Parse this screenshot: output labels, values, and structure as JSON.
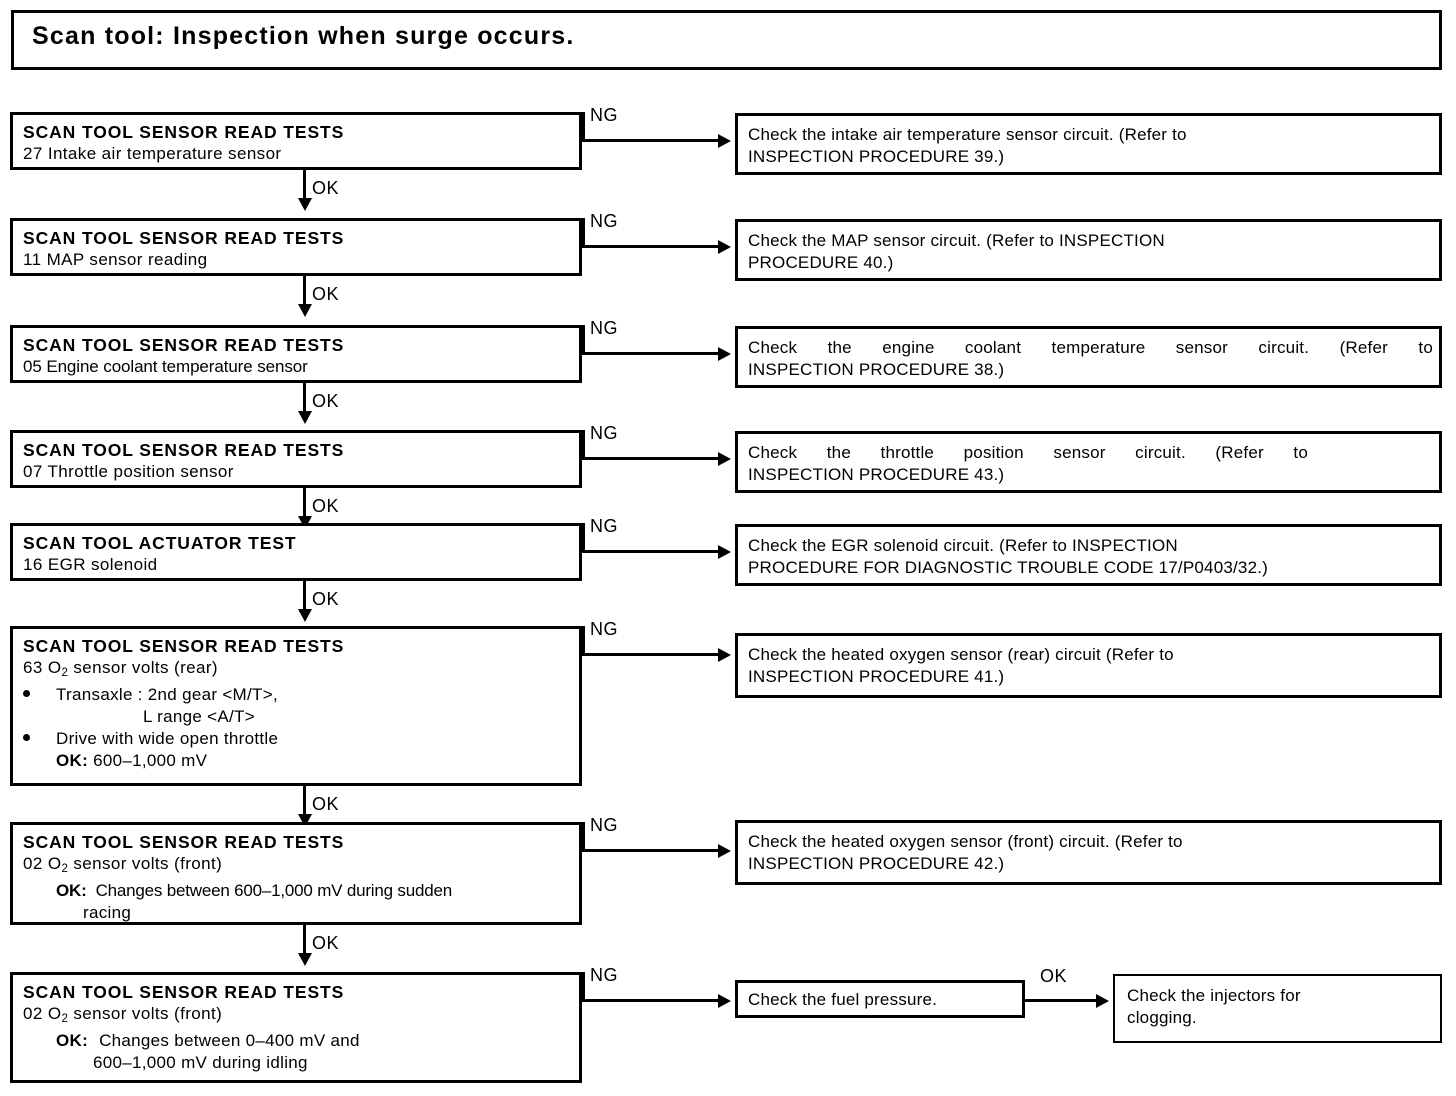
{
  "title": {
    "text": "Scan tool: Inspection when surge occurs."
  },
  "labels": {
    "ng": "NG",
    "ok": "OK"
  },
  "steps": [
    {
      "id": "step-1",
      "heading": "SCAN TOOL SENSOR READ TESTS",
      "sub": "27 Intake air temperature sensor",
      "branch_label": "NG",
      "next_label": "OK",
      "result_lines": [
        "Check the intake air temperature sensor circuit. (Refer to",
        "INSPECTION PROCEDURE 39.)"
      ]
    },
    {
      "id": "step-2",
      "heading": "SCAN TOOL SENSOR READ TESTS",
      "sub": "11 MAP sensor reading",
      "branch_label": "NG",
      "next_label": "OK",
      "result_lines": [
        "Check the MAP sensor circuit. (Refer to INSPECTION",
        "PROCEDURE 40.)"
      ]
    },
    {
      "id": "step-3",
      "heading": "SCAN TOOL SENSOR READ TESTS",
      "sub": "05 Engine coolant temperature sensor",
      "branch_label": "NG",
      "next_label": "OK",
      "result_lines": [
        "Check the engine coolant temperature sensor circuit. (Refer to",
        "INSPECTION PROCEDURE 38.)"
      ]
    },
    {
      "id": "step-4",
      "heading": "SCAN TOOL SENSOR READ TESTS",
      "sub": "07 Throttle position sensor",
      "branch_label": "NG",
      "next_label": "OK",
      "result_lines": [
        "Check the throttle position sensor circuit. (Refer to",
        "INSPECTION PROCEDURE 43.)"
      ]
    },
    {
      "id": "step-5",
      "heading": "SCAN TOOL ACTUATOR TEST",
      "sub": "16 EGR solenoid",
      "branch_label": "NG",
      "next_label": "OK",
      "result_lines": [
        "Check the EGR solenoid circuit. (Refer to  INSPECTION",
        "PROCEDURE FOR DIAGNOSTIC TROUBLE CODE 17/P0403/32.)"
      ]
    },
    {
      "id": "step-6",
      "heading": "SCAN TOOL SENSOR READ TESTS",
      "sub_prefix": "63 O",
      "sub_subscript": "2",
      "sub_suffix": " sensor volts (rear)",
      "bullets": [
        "Transaxle : 2nd gear <M/T>,",
        "L range <A/T>",
        "Drive with wide open throttle"
      ],
      "ok_prefix": "OK:",
      "ok_value": " 600–1,000 mV",
      "branch_label": "NG",
      "next_label": "OK",
      "result_lines": [
        "Check the heated oxygen sensor (rear) circuit (Refer to",
        "INSPECTION PROCEDURE 41.)"
      ]
    },
    {
      "id": "step-7",
      "heading": "SCAN TOOL SENSOR READ TESTS",
      "sub_prefix": "02 O",
      "sub_subscript": "2",
      "sub_suffix": " sensor volts (front)",
      "ok_prefix": "OK:",
      "ok_line1": "Changes between 600–1,000 mV during sudden",
      "ok_line2": "racing",
      "branch_label": "NG",
      "next_label": "OK",
      "result_lines": [
        "Check the heated oxygen sensor (front) circuit. (Refer to",
        "INSPECTION PROCEDURE 42.)"
      ]
    },
    {
      "id": "step-8",
      "heading": "SCAN TOOL SENSOR READ TESTS",
      "sub_prefix": "02 O",
      "sub_subscript": "2",
      "sub_suffix": " sensor volts (front)",
      "ok_prefix": "OK:",
      "ok_line1": "Changes between 0–400 mV and",
      "ok_line2": "600–1,000 mV during idling",
      "branch_label": "NG",
      "result_lines": [
        "Check the fuel pressure."
      ]
    }
  ],
  "terminal": {
    "fuel_pressure": "Check the fuel pressure.",
    "ok_label": "OK",
    "injectors_line1": "Check the injectors for",
    "injectors_line2": "clogging."
  }
}
